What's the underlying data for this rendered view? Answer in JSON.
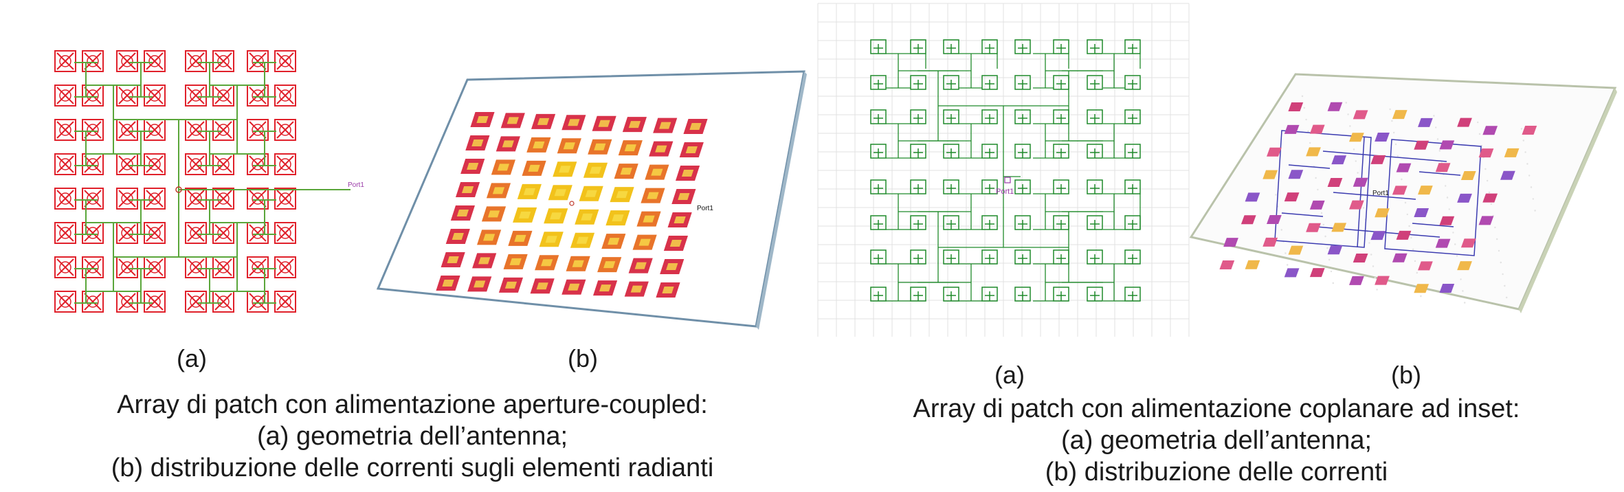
{
  "left_figure": {
    "label_a": "(a)",
    "label_b": "(b)",
    "port_label_a": "Port1",
    "port_label_b": "Port1",
    "caption_lines": [
      "Array di patch con alimentazione aperture-coupled:",
      "(a) geometria dell’antenna;",
      "(b) distribuzione delle correnti sugli elementi radianti"
    ],
    "colors": {
      "patch": "#e0202a",
      "feed": "#5aa63a",
      "port": "#9a3aa8"
    }
  },
  "right_figure": {
    "label_a": "(a)",
    "label_b": "(b)",
    "port_label_a": "Port1",
    "port_label_b": "Port1",
    "caption_lines": [
      "Array di patch con alimentazione coplanare ad inset:",
      "(a) geometria dell’antenna;",
      "(b) distribuzione delle correnti"
    ],
    "colors": {
      "patch": "#1f8a2a",
      "feed": "#1f8a2a",
      "current_feed": "#3b3bb0",
      "grid": "#e2e2e2"
    }
  }
}
